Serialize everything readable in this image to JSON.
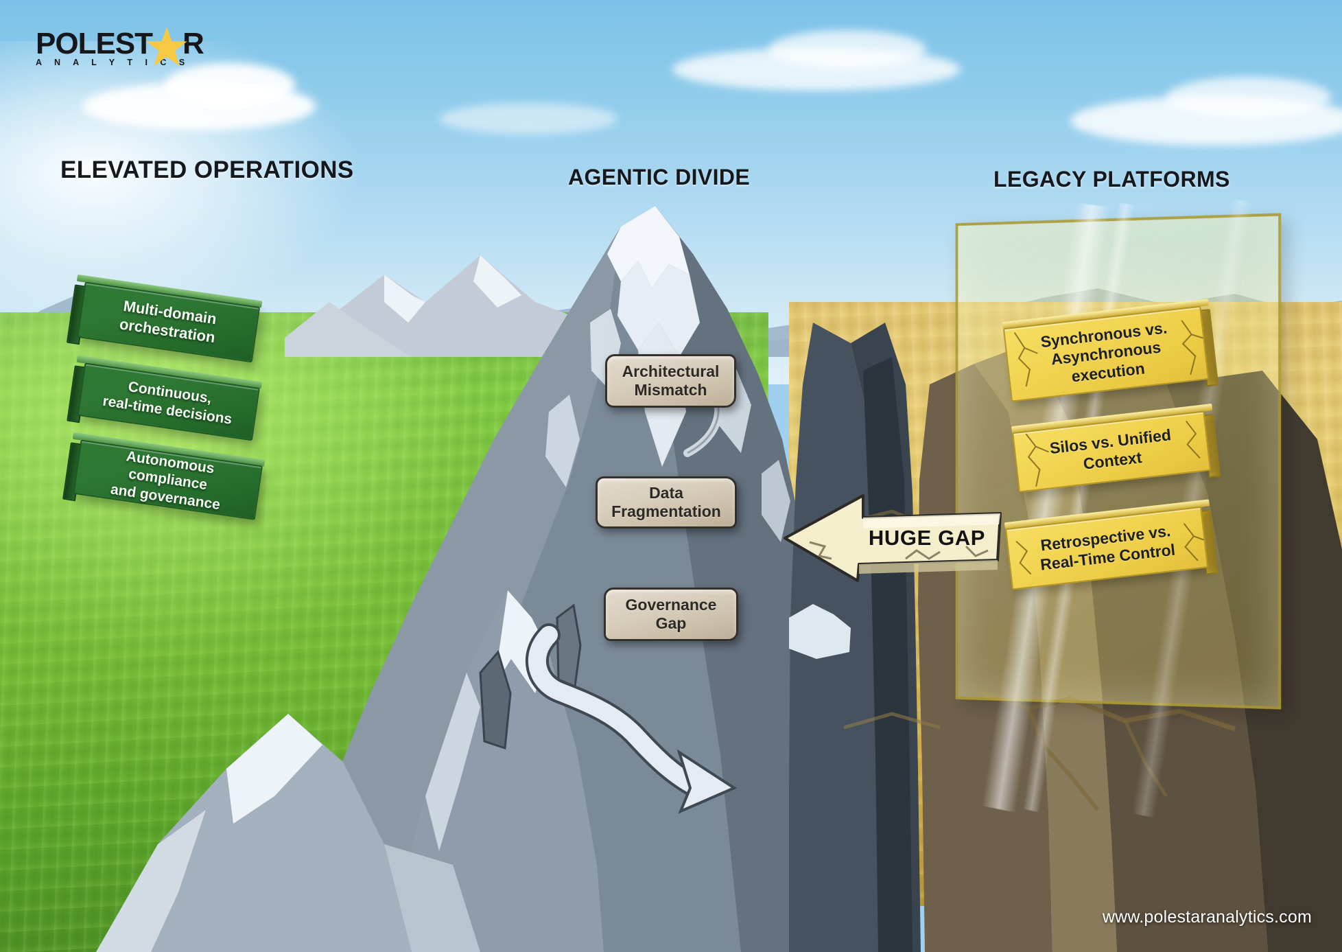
{
  "brand": {
    "name": "POLEST R",
    "name_pre": "POLEST",
    "name_post": "R",
    "tagline": "A N A L Y T I C S",
    "star_color": "#f6c githube",
    "star_hex": "#f7c842",
    "text_hex": "#15171a"
  },
  "headings": {
    "left": "ELEVATED OPERATIONS",
    "center": "AGENTIC DIVIDE",
    "right": "LEGACY PLATFORMS"
  },
  "left_panel": {
    "title": "ELEVATED OPERATIONS",
    "accent_hex": "#2d7533",
    "items": [
      {
        "line1": "Multi-domain",
        "line2": "orchestration"
      },
      {
        "line1": "Continuous,",
        "line2": "real-time decisions"
      },
      {
        "line1": "Autonomous compliance",
        "line2": "and governance"
      }
    ]
  },
  "center_panel": {
    "title": "AGENTIC DIVIDE",
    "accent_hex": "#c9bda7",
    "items": [
      {
        "line1": "Architectural",
        "line2": "Mismatch"
      },
      {
        "line1": "Data",
        "line2": "Fragmentation"
      },
      {
        "line1": "Governance",
        "line2": "Gap"
      }
    ]
  },
  "right_panel": {
    "title": "LEGACY PLATFORMS",
    "accent_hex": "#f2d451",
    "items": [
      {
        "line1": "Synchronous vs.",
        "line2": "Asynchronous",
        "line3": "execution"
      },
      {
        "line1": "Silos vs. Unified",
        "line2": "Context",
        "line3": ""
      },
      {
        "line1": "Retrospective vs.",
        "line2": "Real-Time Control",
        "line3": ""
      }
    ]
  },
  "gap_callout": {
    "label": "HUGE GAP",
    "direction": "left",
    "fill_hex": "#f2ecc8"
  },
  "footer": {
    "url": "www.polestaranalytics.com"
  },
  "scene": {
    "sky_hex": "#93cdec",
    "meadow_hex": "#7ec63f",
    "field_hex": "#e4c96c",
    "rock_hex": "#6d7a88",
    "chasm_hex": "#3c4753",
    "snow_hex": "#eef3f8"
  }
}
